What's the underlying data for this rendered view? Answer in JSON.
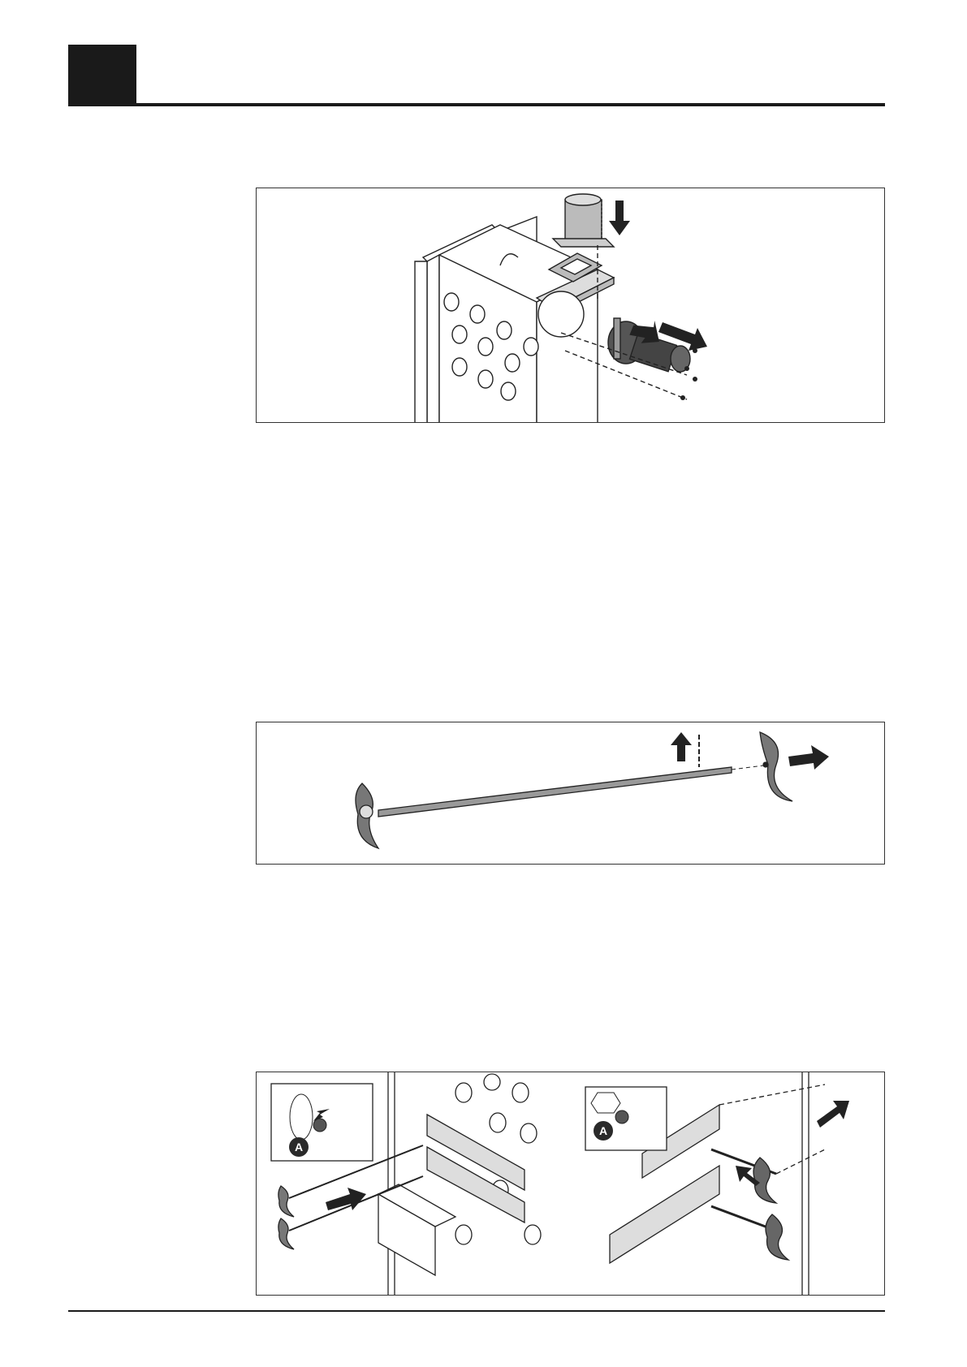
{
  "figures": [
    {
      "id": "fig-1",
      "description_icons": [
        "flange-part",
        "blower-motor",
        "boiler-body"
      ]
    },
    {
      "id": "fig-2",
      "description_icons": [
        "turbulator-rod",
        "spring-pin"
      ]
    },
    {
      "id": "fig-3",
      "inset_labels": {
        "left": "A",
        "right": "A"
      }
    }
  ]
}
